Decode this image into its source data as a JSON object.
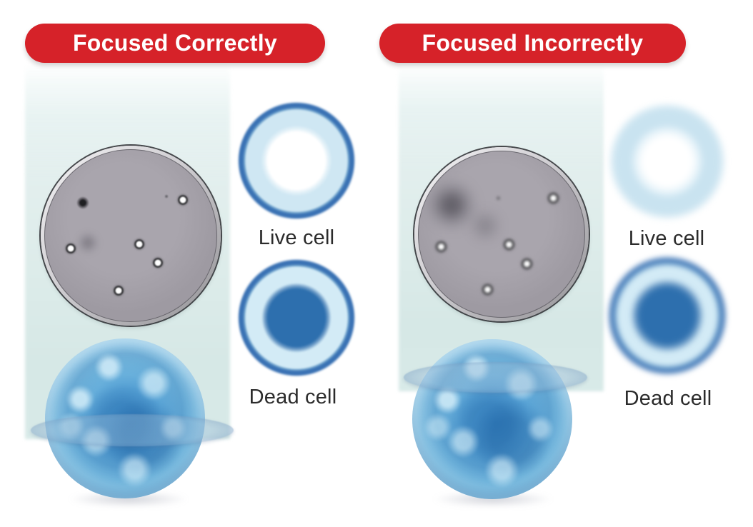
{
  "diagram": {
    "description": "Comparison of microscope focus quality showing live and dead cells",
    "panels": [
      {
        "title": "Focused Correctly",
        "focus_quality": "sharp",
        "legend": [
          {
            "label": "Live cell",
            "appearance": "sharp ring: dark blue outline, light blue body, white center"
          },
          {
            "label": "Dead cell",
            "appearance": "sharp ring: dark blue outline, light blue body, dark blue center"
          }
        ]
      },
      {
        "title": "Focused Incorrectly",
        "focus_quality": "blurry",
        "legend": [
          {
            "label": "Live cell",
            "appearance": "blurred pale blue donut, no dark outline"
          },
          {
            "label": "Dead cell",
            "appearance": "blurred ring with dark blue center"
          }
        ]
      }
    ],
    "icons": [
      "microscope-field-disc",
      "light-beam",
      "cell-sphere-3d",
      "focal-plane-lens"
    ],
    "colors": {
      "banner_red": "#d62229",
      "banner_text": "#ffffff",
      "beam_teal": "#d8eae8",
      "legend_ring_blue": "#3a72b4",
      "legend_body_blue": "#cfe7f3",
      "dead_center_blue": "#2d6fae",
      "label_text": "#2b2b2b",
      "disc_gray": "#9c98a0",
      "sphere_blue": "#5aa7d8"
    }
  }
}
